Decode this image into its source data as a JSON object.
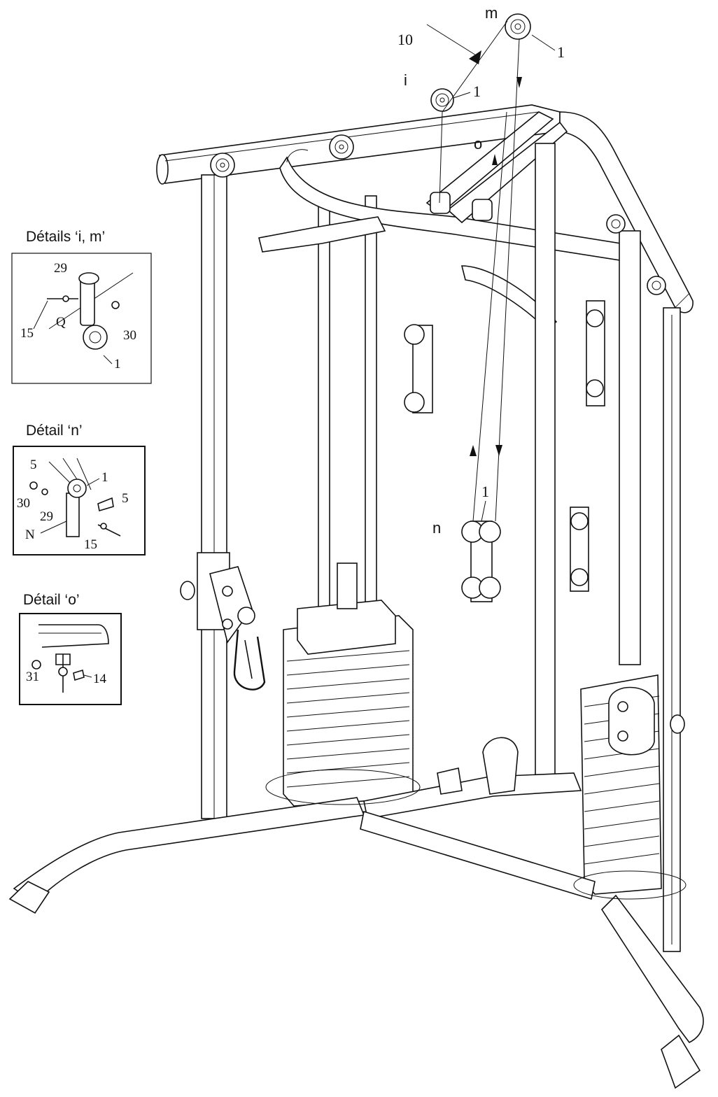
{
  "callouts": {
    "i": "i",
    "m": "m",
    "n": "n",
    "o": "o",
    "n10": "10",
    "one_top": "1",
    "one_i": "1",
    "one_n": "1"
  },
  "details": {
    "im": {
      "title": "Détails ‘i, m’",
      "p29": "29",
      "p15": "15",
      "pQ": "Q",
      "p30": "30",
      "p1": "1"
    },
    "n": {
      "title": "Détail  ‘n’",
      "p5a": "5",
      "p1": "1",
      "p5b": "5",
      "p30": "30",
      "p29": "29",
      "pN": "N",
      "p15": "15"
    },
    "o": {
      "title": "Détail  ‘o’",
      "p31": "31",
      "p14": "14"
    }
  }
}
